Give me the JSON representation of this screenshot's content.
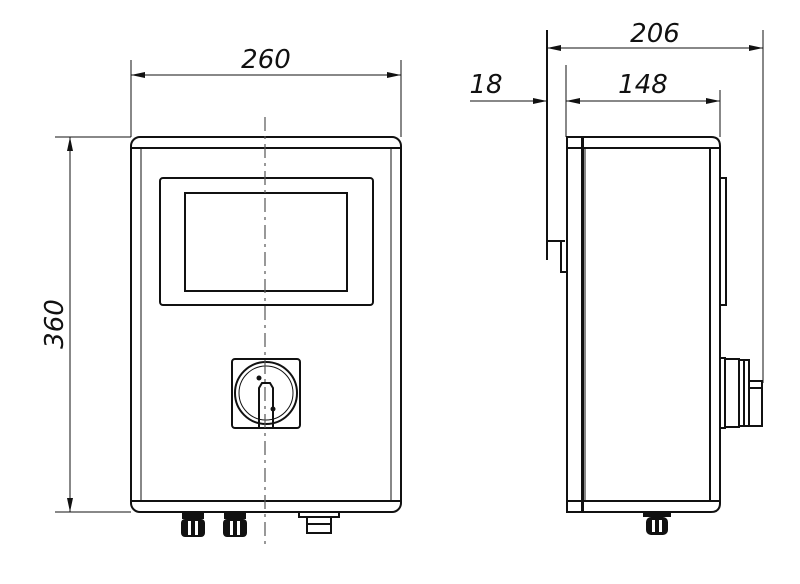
{
  "front_view": {
    "width_label": "260",
    "height_label": "360"
  },
  "side_view": {
    "overall_depth_label": "206",
    "body_depth_label": "148",
    "bracket_offset_label": "18"
  },
  "colors": {
    "line": "#111111",
    "background": "#ffffff"
  }
}
